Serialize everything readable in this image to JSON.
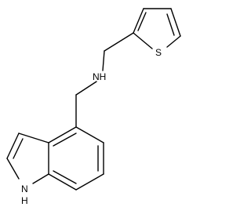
{
  "molecule": {
    "atoms": {
      "sulfur": "S",
      "amine_nitrogen": "NH",
      "indole_nitrogen": "N",
      "indole_hydrogen": "H"
    },
    "colors": {
      "bond": "#000000",
      "label": "#000000",
      "background": "#ffffff"
    }
  }
}
